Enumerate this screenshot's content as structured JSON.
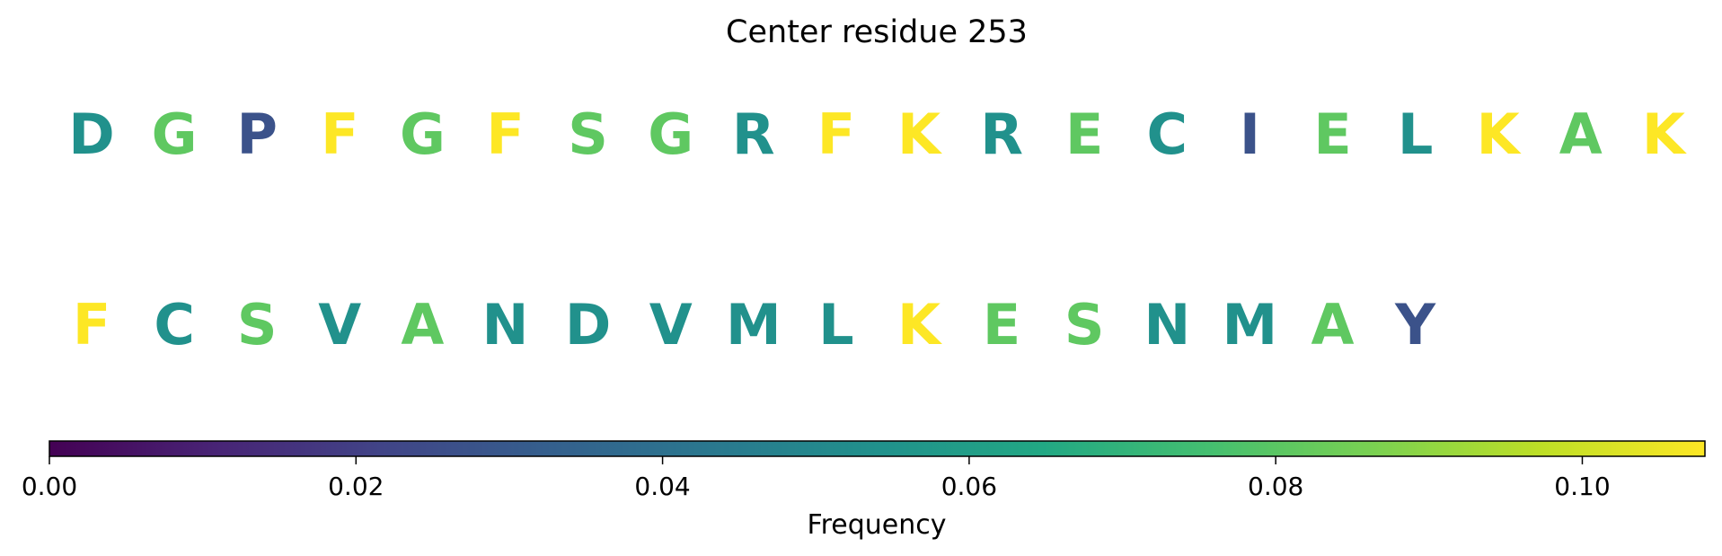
{
  "chart_data": {
    "type": "heatmap",
    "title": "Center residue 253",
    "rows": [
      {
        "residues": [
          "D",
          "G",
          "P",
          "F",
          "G",
          "F",
          "S",
          "G",
          "R",
          "F",
          "K",
          "R",
          "E",
          "C",
          "I",
          "E",
          "L",
          "K",
          "A",
          "K"
        ],
        "frequencies": [
          0.054,
          0.081,
          0.027,
          0.108,
          0.081,
          0.108,
          0.081,
          0.081,
          0.054,
          0.108,
          0.108,
          0.054,
          0.081,
          0.054,
          0.027,
          0.081,
          0.054,
          0.108,
          0.081,
          0.108
        ]
      },
      {
        "residues": [
          "F",
          "C",
          "S",
          "V",
          "A",
          "N",
          "D",
          "V",
          "M",
          "L",
          "K",
          "E",
          "S",
          "N",
          "M",
          "A",
          "Y"
        ],
        "frequencies": [
          0.108,
          0.054,
          0.081,
          0.054,
          0.081,
          0.054,
          0.054,
          0.054,
          0.054,
          0.054,
          0.108,
          0.081,
          0.081,
          0.054,
          0.054,
          0.081,
          0.027
        ]
      }
    ],
    "colorbar": {
      "colormap": "viridis",
      "range": [
        0.0,
        0.108
      ],
      "ticks": [
        0.0,
        0.02,
        0.04,
        0.06,
        0.08,
        0.1
      ],
      "tick_labels": [
        "0.00",
        "0.02",
        "0.04",
        "0.06",
        "0.08",
        "0.10"
      ],
      "label": "Frequency",
      "orientation": "horizontal"
    }
  }
}
